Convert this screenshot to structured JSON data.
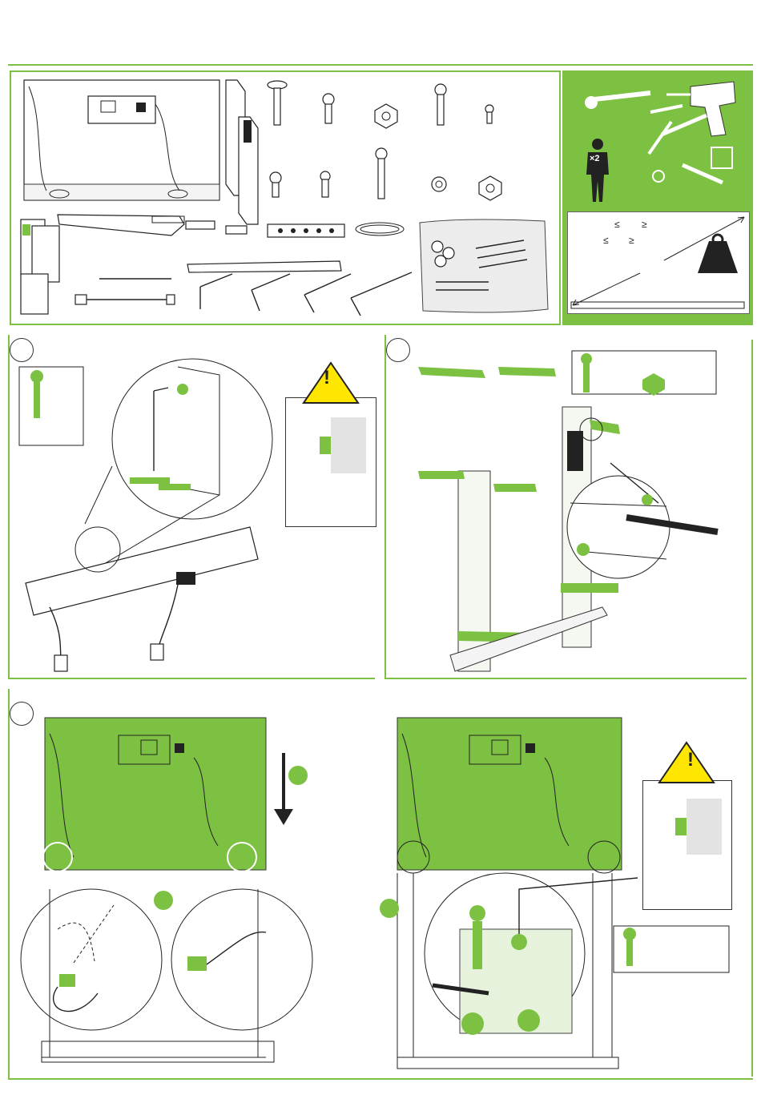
{
  "header_colors": {
    "accent": "#7cc142",
    "dark_green": "#4f8f2a",
    "weight_icon": "#222222"
  },
  "parts_panel": {
    "items": [
      {
        "icon": "table-top-panel-icon"
      },
      {
        "icon": "leg-column-icon"
      },
      {
        "icon": "flat-head-bolt-icon"
      },
      {
        "icon": "short-screw-icon"
      },
      {
        "icon": "hex-nut-icon"
      },
      {
        "icon": "long-screw-icon"
      },
      {
        "icon": "small-screw-icon"
      },
      {
        "icon": "washer-icon"
      },
      {
        "icon": "cross-bar-icon"
      },
      {
        "icon": "bracket-icon"
      },
      {
        "icon": "power-strip-icon"
      },
      {
        "icon": "power-cable-icon"
      },
      {
        "icon": "allen-key-icon"
      },
      {
        "icon": "hardware-bag-icon"
      },
      {
        "icon": "manual-icon"
      }
    ]
  },
  "tools_panel": {
    "people_count": "×2",
    "tools": [
      "socket-wrench-icon",
      "drill-icon",
      "screwdriver-icon",
      "wrench-icon",
      "pencil-icon",
      "square-icon",
      "wall-screw-icon",
      "washer-icon"
    ]
  },
  "capacity_panel": {
    "symbols": [
      "≤",
      "≥",
      "≤",
      "≥"
    ]
  },
  "steps": [
    {
      "id": "step-1",
      "warning": true
    },
    {
      "id": "step-2",
      "warning": false
    },
    {
      "id": "step-3",
      "warning": false
    },
    {
      "id": "step-4",
      "warning": true
    }
  ],
  "warning_symbol": "!"
}
